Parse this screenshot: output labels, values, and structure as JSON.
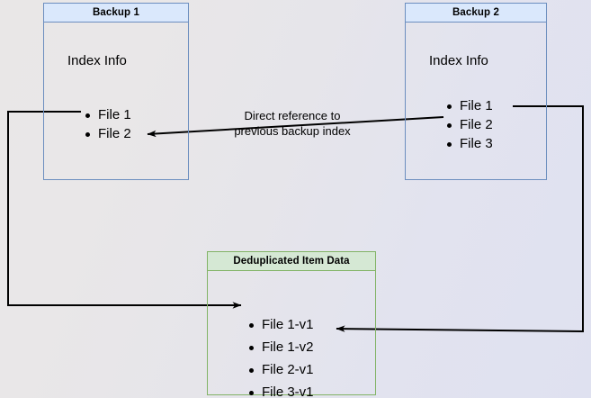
{
  "diagram": {
    "title": "Backup deduplication reference diagram",
    "background_left": "#e9e7e7",
    "background_right": "#dfe1f0",
    "blue_border": "#6c8ebf",
    "blue_header_fill": "#dae8fc",
    "green_border": "#82b366",
    "green_header_fill": "#d5e8d4",
    "connector_color": "#000000"
  },
  "backup1": {
    "header": "Backup 1",
    "index_title": "Index Info",
    "files": [
      "File 1",
      "File 2"
    ]
  },
  "backup2": {
    "header": "Backup 2",
    "index_title": "Index Info",
    "files": [
      "File 1",
      "File 2",
      "File 3"
    ]
  },
  "dedup": {
    "header": "Deduplicated Item Data",
    "files": [
      "File 1-v1",
      "File 1-v2",
      "File 2-v1",
      "File 3-v1"
    ]
  },
  "edges": {
    "center_label_line1": "Direct reference to",
    "center_label_line2": "previous backup index"
  }
}
